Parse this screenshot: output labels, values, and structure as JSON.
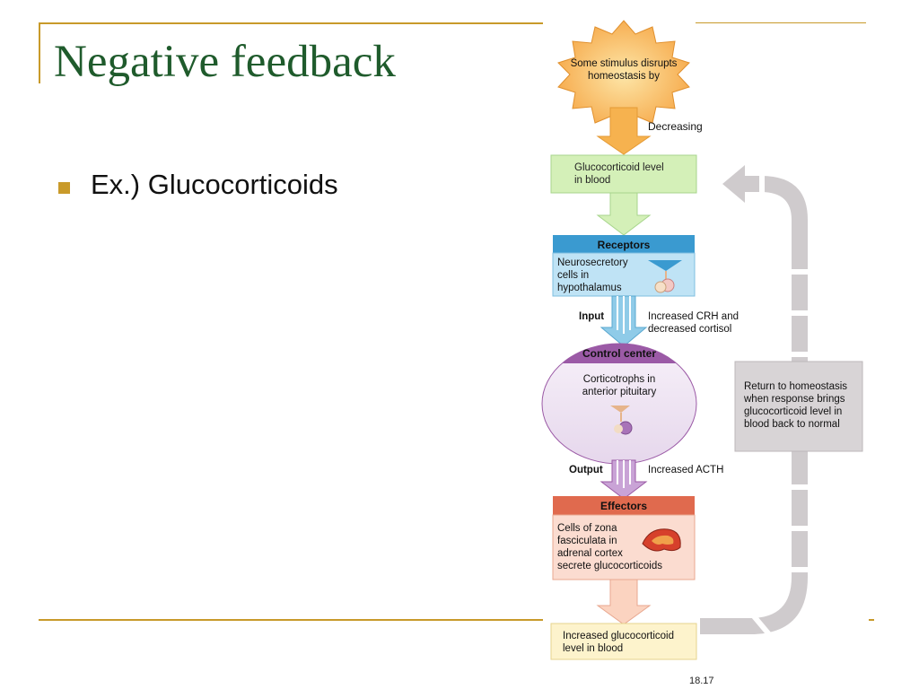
{
  "slide": {
    "title": "Negative feedback",
    "bullet": "Ex.) Glucocorticoids"
  },
  "diagram": {
    "stimulus": [
      "Some stimulus disrupts",
      "homeostasis by"
    ],
    "decreasing": "Decreasing",
    "glucocorticoid_box": [
      "Glucocorticoid level",
      "in blood"
    ],
    "receptors_header": "Receptors",
    "receptors_body": [
      "Neurosecretory",
      "cells in",
      "hypothalamus"
    ],
    "input_label": "Input",
    "input_text": [
      "Increased CRH and",
      "decreased cortisol"
    ],
    "control_header": "Control center",
    "control_body": [
      "Corticotrophs in",
      "anterior pituitary"
    ],
    "output_label": "Output",
    "output_text": "Increased ACTH",
    "effectors_header": "Effectors",
    "effectors_body": [
      "Cells of zona",
      "fasciculata in",
      "adrenal cortex",
      "secrete glucocorticoids"
    ],
    "result_box": [
      "Increased glucocorticoid",
      "level in blood"
    ],
    "return_box": [
      "Return to homeostasis",
      "when response brings",
      "glucocorticoid level in",
      "blood back to normal"
    ],
    "figure_number": "18.17"
  },
  "colors": {
    "title": "#1f5b2c",
    "accent_rule": "#c89a2a",
    "stimulus_fill": "#f7b95a",
    "green_box": "#d4f0b8",
    "receptors_header": "#3a9ad0",
    "receptors_body": "#bfe3f5",
    "control_header": "#9b5aa6",
    "control_body": "#efe6f3",
    "effectors_header": "#e06a4e",
    "effectors_body": "#fbdcd0",
    "return_box": "#d8d4d6",
    "loop_arrow": "#cfcbcd"
  }
}
